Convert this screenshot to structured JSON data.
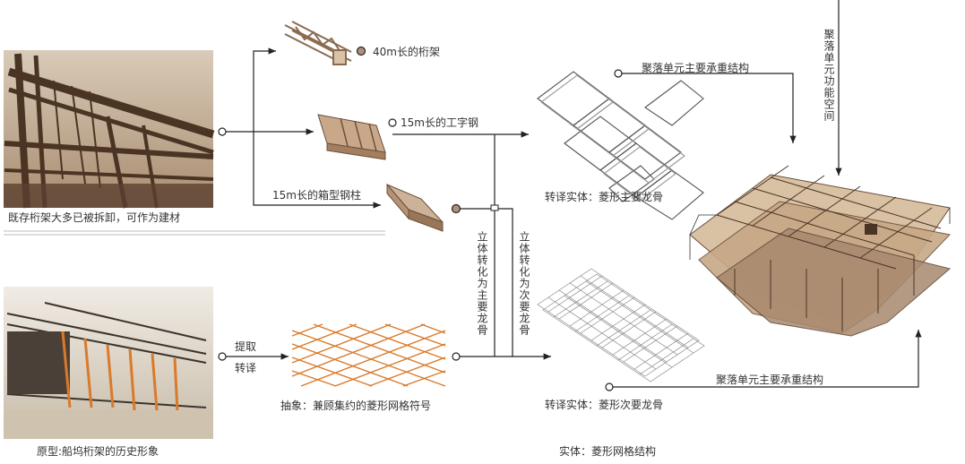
{
  "photos": {
    "existing_truss_caption": "既存桁架大多已被拆卸，可作为建材",
    "dock_truss_caption": "原型:船坞桁架的历史形象"
  },
  "materials": {
    "truss_40m": "40m长的桁架",
    "i_beam_15m": "15m长的工字钢",
    "box_column_15m": "15m长的箱型钢柱"
  },
  "process": {
    "extract": "提取",
    "translate": "转译",
    "abstract_caption": "抽象：兼顾集约的菱形网格符号",
    "vertical_main": "立体转化为主要龙骨",
    "vertical_secondary": "立体转化为次要龙骨"
  },
  "results": {
    "main_keel": "转译实体：菱形主要龙骨",
    "secondary_keel": "转译实体：菱形次要龙骨",
    "structure_top": "聚落单元主要承重结构",
    "structure_bottom": "聚落单元主要承重结构",
    "function_space": "聚落单元功能空间",
    "entity": "实体：菱形网格结构"
  },
  "colors": {
    "photo_sepia": "#8a6a4c",
    "lattice_orange": "#d97a2b",
    "line": "#222222",
    "node_fill": "#b0907a"
  }
}
